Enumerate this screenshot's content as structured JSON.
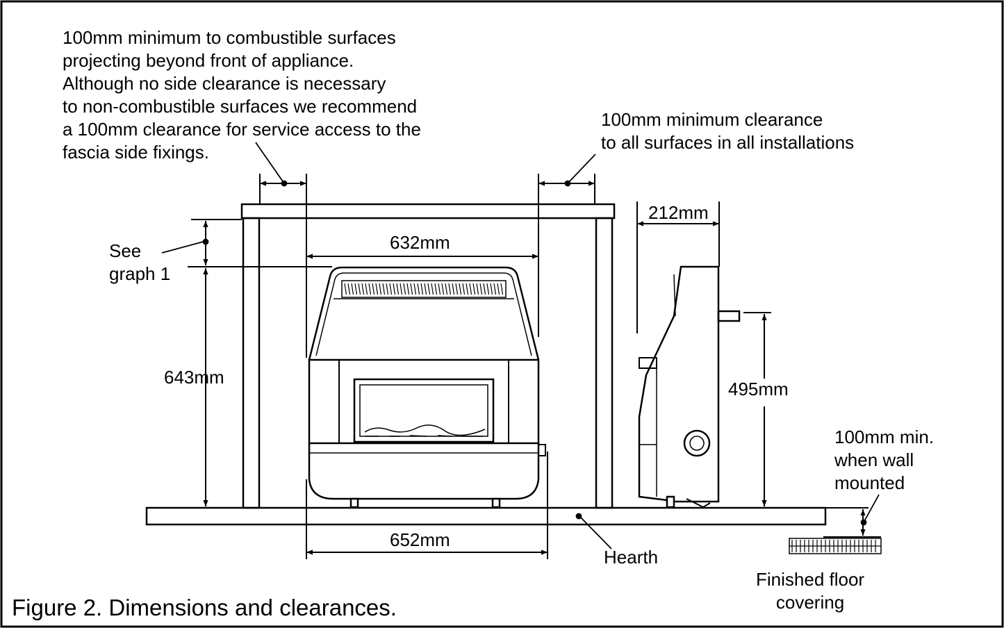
{
  "notes": {
    "front_clearance": [
      "100mm minimum to combustible surfaces",
      "projecting beyond front of appliance.",
      "Although no side clearance is necessary",
      "to non-combustible surfaces we recommend",
      "a 100mm clearance for service access to the",
      "fascia side fixings."
    ],
    "all_surfaces_clearance": [
      "100mm minimum clearance",
      "to all surfaces in all installations"
    ],
    "see_graph": [
      "See",
      "graph 1"
    ],
    "wall_mounted": [
      "100mm min.",
      "when wall",
      "mounted"
    ],
    "floor_covering": [
      "Finished floor",
      "covering"
    ]
  },
  "dimensions": {
    "opening_width": "632mm",
    "height": "643mm",
    "depth": "212mm",
    "outlet_height": "495mm",
    "overall_width": "652mm"
  },
  "labels": {
    "hearth": "Hearth"
  },
  "caption": "Figure 2. Dimensions and clearances."
}
